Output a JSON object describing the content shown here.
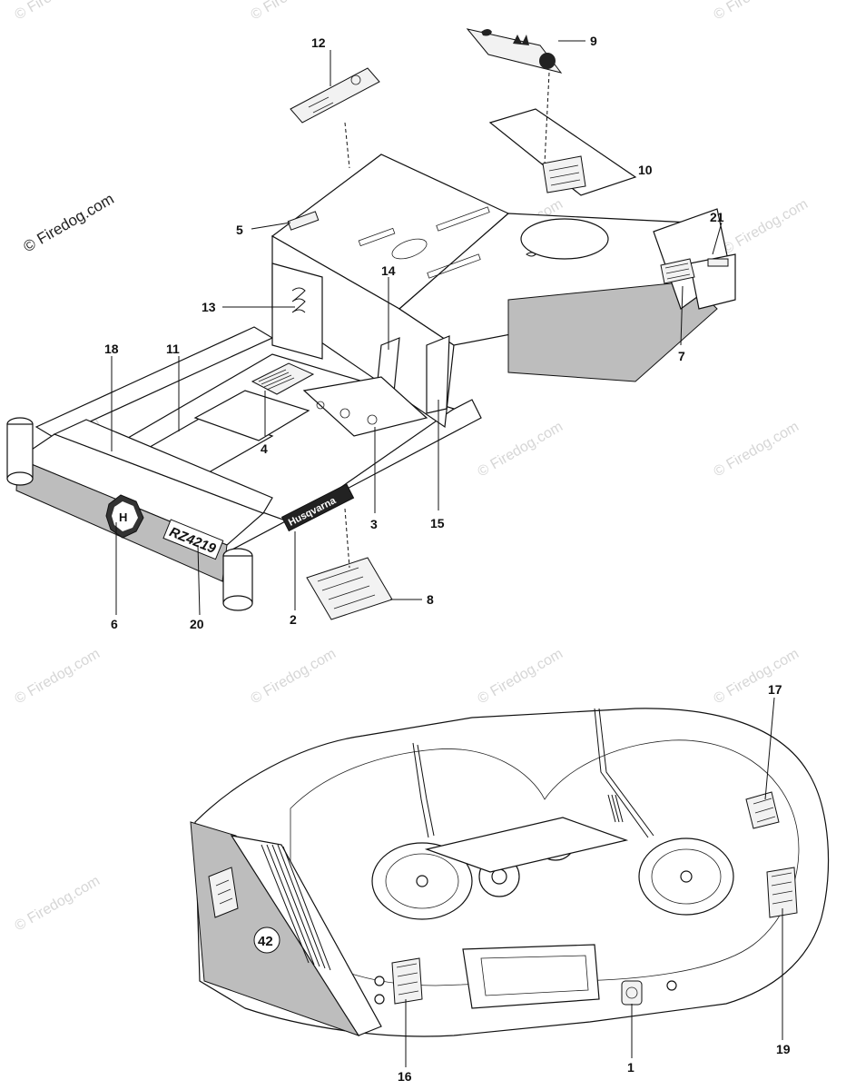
{
  "watermark": {
    "main": "© Firedog.com",
    "repeat": "© Firedog.com"
  },
  "brand": {
    "name": "Husqvarna",
    "model": "RZ4219",
    "deck_size": "42"
  },
  "callouts": {
    "c1": "1",
    "c2": "2",
    "c3": "3",
    "c4": "4",
    "c5": "5",
    "c6": "6",
    "c7": "7",
    "c8": "8",
    "c9": "9",
    "c10": "10",
    "c11": "11",
    "c12": "12",
    "c13": "13",
    "c14": "14",
    "c15": "15",
    "c16": "16",
    "c17": "17",
    "c18": "18",
    "c19": "19",
    "c20": "20",
    "c21": "21"
  },
  "colors": {
    "line": "#111111",
    "shade": "#bdbdbd",
    "watermark": "#d6d6d6",
    "background": "#ffffff"
  }
}
